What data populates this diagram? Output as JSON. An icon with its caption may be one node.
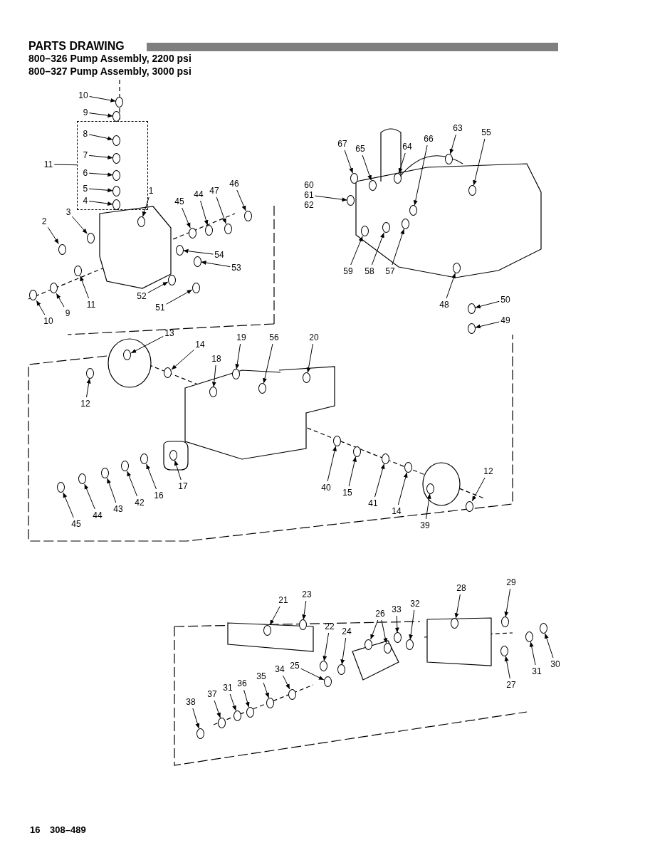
{
  "diagram": {
    "title": "PARTS DRAWING",
    "nodes": [
      {
        "text": [
          "10"
        ]
      },
      {
        "text": [
          "9"
        ]
      },
      {
        "text": [],
        "shape": "box"
      },
      {
        "text": [
          "8"
        ],
        "in": 2
      },
      {
        "text": [
          "7"
        ],
        "in": 2
      },
      {
        "text": [
          "6"
        ],
        "in": 2
      },
      {
        "text": [
          "5"
        ],
        "in": 2
      },
      {
        "text": [
          "4"
        ],
        "in": 2
      },
      {
        "text": [
          "11"
        ]
      },
      {
        "text": [
          "1"
        ]
      },
      {
        "text": [
          "3"
        ]
      },
      {
        "text": [
          "2"
        ]
      },
      {
        "text": [
          "45"
        ]
      },
      {
        "text": [
          "44"
        ]
      },
      {
        "text": [
          "47"
        ]
      },
      {
        "text": [
          "46"
        ]
      },
      {
        "text": [
          "54"
        ]
      },
      {
        "text": [
          "53"
        ]
      },
      {
        "text": [
          "52"
        ]
      },
      {
        "text": [
          "51"
        ]
      },
      {
        "text": [
          "11"
        ]
      },
      {
        "text": [
          "9"
        ]
      },
      {
        "text": [
          "10"
        ]
      },
      {
        "text": [
          "67"
        ]
      },
      {
        "text": [
          "65"
        ]
      },
      {
        "text": [
          "64"
        ]
      },
      {
        "text": [
          "66"
        ]
      },
      {
        "text": [
          "63"
        ]
      },
      {
        "text": [
          "55"
        ]
      },
      {
        "text": [
          "60",
          "61",
          "62"
        ]
      },
      {
        "text": [
          "59"
        ]
      },
      {
        "text": [
          "58"
        ]
      },
      {
        "text": [
          "57"
        ]
      },
      {
        "text": [
          "48"
        ]
      },
      {
        "text": [
          "50"
        ]
      },
      {
        "text": [
          "49"
        ]
      },
      {
        "text": [
          "13"
        ]
      },
      {
        "text": [
          "14"
        ]
      },
      {
        "text": [
          "19"
        ]
      },
      {
        "text": [
          "56"
        ]
      },
      {
        "text": [
          "20"
        ]
      },
      {
        "text": [
          "18"
        ]
      },
      {
        "text": [
          "12"
        ]
      },
      {
        "text": [
          "40"
        ]
      },
      {
        "text": [
          "15"
        ]
      },
      {
        "text": [
          "41"
        ]
      },
      {
        "text": [
          "14"
        ]
      },
      {
        "text": [
          "39"
        ]
      },
      {
        "text": [
          "12"
        ]
      },
      {
        "text": [
          "17"
        ]
      },
      {
        "text": [
          "16"
        ]
      },
      {
        "text": [
          "42"
        ]
      },
      {
        "text": [
          "43"
        ]
      },
      {
        "text": [
          "44"
        ]
      },
      {
        "text": [
          "45"
        ]
      },
      {
        "text": [
          "21"
        ]
      },
      {
        "text": [
          "23"
        ]
      },
      {
        "text": [
          "22"
        ]
      },
      {
        "text": [
          "24"
        ]
      },
      {
        "text": [
          "26"
        ]
      },
      {
        "text": [
          "33"
        ]
      },
      {
        "text": [
          "32"
        ]
      },
      {
        "text": [
          "28"
        ]
      },
      {
        "text": [
          "29"
        ]
      },
      {
        "text": [
          "30"
        ]
      },
      {
        "text": [
          "31"
        ]
      },
      {
        "text": [
          "27"
        ]
      },
      {
        "text": [
          "25"
        ]
      },
      {
        "text": [
          "34"
        ]
      },
      {
        "text": [
          "35"
        ]
      },
      {
        "text": [
          "36"
        ]
      },
      {
        "text": [
          "31"
        ]
      },
      {
        "text": [
          "37"
        ]
      },
      {
        "text": [
          "38"
        ]
      },
      {
        "text": [],
        "shape": "circle"
      },
      {
        "text": [],
        "shape": "circle"
      },
      {
        "text": [],
        "shape": "circle",
        "in": 2
      },
      {
        "text": [],
        "shape": "circle",
        "in": 2
      },
      {
        "text": [],
        "shape": "circle",
        "in": 2
      },
      {
        "text": [],
        "shape": "circle",
        "in": 2
      },
      {
        "text": [],
        "shape": "circle",
        "in": 2
      },
      {
        "text": [],
        "shape": "circle"
      },
      {
        "text": [],
        "shape": "circle"
      },
      {
        "text": [],
        "shape": "circle"
      },
      {
        "text": [],
        "shape": "circle"
      },
      {
        "text": [],
        "shape": "circle"
      },
      {
        "text": [],
        "shape": "circle"
      },
      {
        "text": [],
        "shape": "circle"
      },
      {
        "text": [],
        "shape": "circle"
      },
      {
        "text": [],
        "shape": "circle"
      },
      {
        "text": [],
        "shape": "circle"
      },
      {
        "text": [],
        "shape": "circle"
      },
      {
        "text": [],
        "shape": "circle"
      },
      {
        "text": [],
        "shape": "circle"
      },
      {
        "text": [],
        "shape": "circle"
      },
      {
        "text": [],
        "shape": "circle"
      },
      {
        "text": [],
        "shape": "circle"
      },
      {
        "text": [],
        "shape": "circle"
      },
      {
        "text": [],
        "shape": "circle"
      },
      {
        "text": [],
        "shape": "circle"
      },
      {
        "text": [],
        "shape": "circle"
      },
      {
        "text": [],
        "shape": "circle"
      },
      {
        "text": [],
        "shape": "circle"
      },
      {
        "text": [],
        "shape": "circle"
      },
      {
        "text": [],
        "shape": "circle"
      },
      {
        "text": [],
        "shape": "circle"
      },
      {
        "text": [],
        "shape": "circle"
      },
      {
        "text": [],
        "shape": "circle"
      },
      {
        "text": [],
        "shape": "circle"
      },
      {
        "text": [],
        "shape": "circle"
      },
      {
        "text": [],
        "shape": "circle"
      },
      {
        "text": [],
        "shape": "circle"
      },
      {
        "text": [],
        "shape": "circle"
      },
      {
        "text": [],
        "shape": "circle"
      },
      {
        "text": [],
        "shape": "circle"
      },
      {
        "text": [],
        "shape": "circle"
      },
      {
        "text": [],
        "shape": "circle"
      },
      {
        "text": [],
        "shape": "circle"
      },
      {
        "text": [],
        "shape": "circle"
      },
      {
        "text": [],
        "shape": "circle"
      },
      {
        "text": [],
        "shape": "circle"
      },
      {
        "text": [],
        "shape": "circle"
      },
      {
        "text": [],
        "shape": "circle"
      },
      {
        "text": [],
        "shape": "circle"
      },
      {
        "text": [],
        "shape": "circle"
      },
      {
        "text": [],
        "shape": "circle"
      },
      {
        "text": [],
        "shape": "circle"
      },
      {
        "text": [],
        "shape": "circle"
      },
      {
        "text": [],
        "shape": "circle"
      },
      {
        "text": [],
        "shape": "circle"
      },
      {
        "text": [],
        "shape": "circle"
      },
      {
        "text": [],
        "shape": "circle"
      },
      {
        "text": [],
        "shape": "circle"
      },
      {
        "text": [],
        "shape": "circle"
      },
      {
        "text": [],
        "shape": "circle"
      },
      {
        "text": [],
        "shape": "circle"
      },
      {
        "text": [],
        "shape": "circle"
      },
      {
        "text": [],
        "shape": "circle"
      },
      {
        "text": [],
        "shape": "circle"
      },
      {
        "text": [],
        "shape": "circle"
      },
      {
        "text": [],
        "shape": "circle"
      },
      {
        "text": [],
        "shape": "circle"
      },
      {
        "text": [],
        "shape": "circle"
      },
      {
        "text": [],
        "shape": "circle"
      },
      {
        "text": [],
        "shape": "circle"
      },
      {
        "text": [],
        "shape": "circle"
      },
      {
        "text": [],
        "shape": "circle"
      }
    ],
    "edges": [
      {
        "from": 0,
        "to": 74,
        "arrow": "to"
      },
      {
        "from": 1,
        "to": 75,
        "arrow": "to"
      },
      {
        "from": 3,
        "to": 76,
        "arrow": "to"
      },
      {
        "from": 4,
        "to": 77,
        "arrow": "to"
      },
      {
        "from": 5,
        "to": 78,
        "arrow": "to"
      },
      {
        "from": 6,
        "to": 79,
        "arrow": "to"
      },
      {
        "from": 7,
        "to": 80,
        "arrow": "to"
      },
      {
        "from": 8,
        "to": 2,
        "arrow": "none"
      },
      {
        "from": 9,
        "to": 81,
        "arrow": "to"
      },
      {
        "from": 10,
        "to": 82,
        "arrow": "to"
      },
      {
        "from": 11,
        "to": 83,
        "arrow": "to"
      },
      {
        "from": 12,
        "to": 84,
        "arrow": "to"
      },
      {
        "from": 13,
        "to": 85,
        "arrow": "to"
      },
      {
        "from": 14,
        "to": 86,
        "arrow": "to"
      },
      {
        "from": 15,
        "to": 87,
        "arrow": "to"
      },
      {
        "from": 16,
        "to": 88,
        "arrow": "to"
      },
      {
        "from": 17,
        "to": 89,
        "arrow": "to"
      },
      {
        "from": 18,
        "to": 90,
        "arrow": "to"
      },
      {
        "from": 19,
        "to": 91,
        "arrow": "to"
      },
      {
        "from": 20,
        "to": 92,
        "arrow": "to"
      },
      {
        "from": 21,
        "to": 93,
        "arrow": "to"
      },
      {
        "from": 22,
        "to": 94,
        "arrow": "to"
      },
      {
        "from": 23,
        "to": 95,
        "arrow": "to"
      },
      {
        "from": 24,
        "to": 96,
        "arrow": "to"
      },
      {
        "from": 25,
        "to": 97,
        "arrow": "to"
      },
      {
        "from": 26,
        "to": 98,
        "arrow": "to"
      },
      {
        "from": 27,
        "to": 99,
        "arrow": "to"
      },
      {
        "from": 28,
        "to": 100,
        "arrow": "to"
      },
      {
        "from": 29,
        "to": 101,
        "arrow": "to"
      },
      {
        "from": 30,
        "to": 102,
        "arrow": "to"
      },
      {
        "from": 31,
        "to": 103,
        "arrow": "to"
      },
      {
        "from": 32,
        "to": 104,
        "arrow": "to"
      },
      {
        "from": 33,
        "to": 105,
        "arrow": "to"
      },
      {
        "from": 34,
        "to": 106,
        "arrow": "to"
      },
      {
        "from": 35,
        "to": 107,
        "arrow": "to"
      },
      {
        "from": 36,
        "to": 108,
        "arrow": "to"
      },
      {
        "from": 37,
        "to": 109,
        "arrow": "to"
      },
      {
        "from": 38,
        "to": 110,
        "arrow": "to"
      },
      {
        "from": 39,
        "to": 111,
        "arrow": "to"
      },
      {
        "from": 40,
        "to": 112,
        "arrow": "to"
      },
      {
        "from": 41,
        "to": 113,
        "arrow": "to"
      },
      {
        "from": 42,
        "to": 114,
        "arrow": "to"
      },
      {
        "from": 43,
        "to": 115,
        "arrow": "to"
      },
      {
        "from": 44,
        "to": 116,
        "arrow": "to"
      },
      {
        "from": 45,
        "to": 117,
        "arrow": "to"
      },
      {
        "from": 46,
        "to": 118,
        "arrow": "to"
      },
      {
        "from": 47,
        "to": 119,
        "arrow": "to"
      },
      {
        "from": 48,
        "to": 120,
        "arrow": "to"
      },
      {
        "from": 49,
        "to": 121,
        "arrow": "to"
      },
      {
        "from": 50,
        "to": 122,
        "arrow": "to"
      },
      {
        "from": 51,
        "to": 123,
        "arrow": "to"
      },
      {
        "from": 52,
        "to": 124,
        "arrow": "to"
      },
      {
        "from": 53,
        "to": 125,
        "arrow": "to"
      },
      {
        "from": 54,
        "to": 126,
        "arrow": "to"
      },
      {
        "from": 55,
        "to": 127,
        "arrow": "to"
      },
      {
        "from": 56,
        "to": 128,
        "arrow": "to"
      },
      {
        "from": 57,
        "to": 129,
        "arrow": "to"
      },
      {
        "from": 58,
        "to": 130,
        "arrow": "to"
      },
      {
        "from": 59,
        "to": 131,
        "arrow": "to"
      },
      {
        "from": 60,
        "to": 132,
        "arrow": "to"
      },
      {
        "from": 61,
        "to": 133,
        "arrow": "to"
      },
      {
        "from": 62,
        "to": 134,
        "arrow": "to"
      },
      {
        "from": 63,
        "to": 135,
        "arrow": "to"
      },
      {
        "from": 64,
        "to": 136,
        "arrow": "to"
      },
      {
        "from": 65,
        "to": 137,
        "arrow": "to"
      },
      {
        "from": 66,
        "to": 138,
        "arrow": "to"
      },
      {
        "from": 67,
        "to": 139,
        "arrow": "to"
      },
      {
        "from": 68,
        "to": 140,
        "arrow": "to"
      },
      {
        "from": 69,
        "to": 141,
        "arrow": "to"
      },
      {
        "from": 70,
        "to": 142,
        "arrow": "to"
      },
      {
        "from": 71,
        "to": 143,
        "arrow": "to"
      },
      {
        "from": 72,
        "to": 144,
        "arrow": "to"
      },
      {
        "from": 73,
        "to": 145,
        "arrow": "to"
      },
      {
        "from": 59,
        "to": 146,
        "arrow": "to"
      }
    ],
    "labels": [
      "800–326 Pump Assembly, 2200 psi",
      "800–327 Pump Assembly, 3000 psi",
      "16",
      "308–489"
    ]
  }
}
